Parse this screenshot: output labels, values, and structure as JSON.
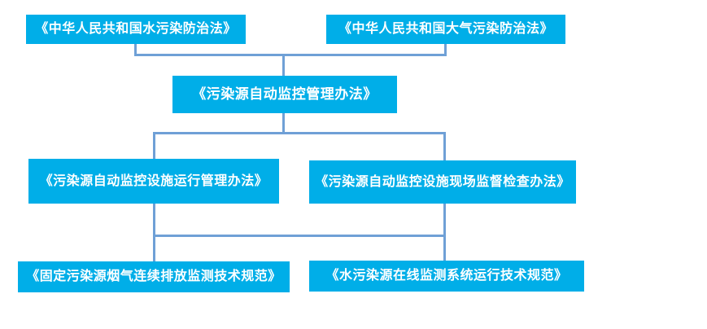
{
  "diagram": {
    "description": "Hierarchy of Chinese pollution-source automatic monitoring laws and regulations",
    "colors": {
      "background": "#FFFFFF",
      "node_fill": "#00AEE8",
      "node_text": "#FFFFFF",
      "connector": "#6FA0D6"
    },
    "nodes": [
      {
        "id": "water-pollution-law",
        "level": 1,
        "label": "《中华人民共和国水污染防治法》"
      },
      {
        "id": "air-pollution-law",
        "level": 1,
        "label": "《中华人民共和国大气污染防治法》"
      },
      {
        "id": "auto-monitoring-measures",
        "level": 2,
        "label": "《污染源自动监控管理办法》"
      },
      {
        "id": "facility-operation-measures",
        "level": 3,
        "label": "《污染源自动监控设施运行管理办法》"
      },
      {
        "id": "onsite-inspection-measures",
        "level": 3,
        "label": "《污染源自动监控设施现场监督检查办法》"
      },
      {
        "id": "flue-gas-cems-spec",
        "level": 4,
        "label": "《固定污染源烟气连续排放监测技术规范》"
      },
      {
        "id": "water-online-monitoring-spec",
        "level": 4,
        "label": "《水污染源在线监测系统运行技术规范》"
      }
    ],
    "edges": [
      {
        "from": "water-pollution-law",
        "to": "auto-monitoring-measures"
      },
      {
        "from": "air-pollution-law",
        "to": "auto-monitoring-measures"
      },
      {
        "from": "auto-monitoring-measures",
        "to": "facility-operation-measures"
      },
      {
        "from": "auto-monitoring-measures",
        "to": "onsite-inspection-measures"
      },
      {
        "from": "facility-operation-measures",
        "to": "flue-gas-cems-spec"
      },
      {
        "from": "facility-operation-measures",
        "to": "water-online-monitoring-spec"
      },
      {
        "from": "onsite-inspection-measures",
        "to": "flue-gas-cems-spec"
      },
      {
        "from": "onsite-inspection-measures",
        "to": "water-online-monitoring-spec"
      }
    ]
  }
}
